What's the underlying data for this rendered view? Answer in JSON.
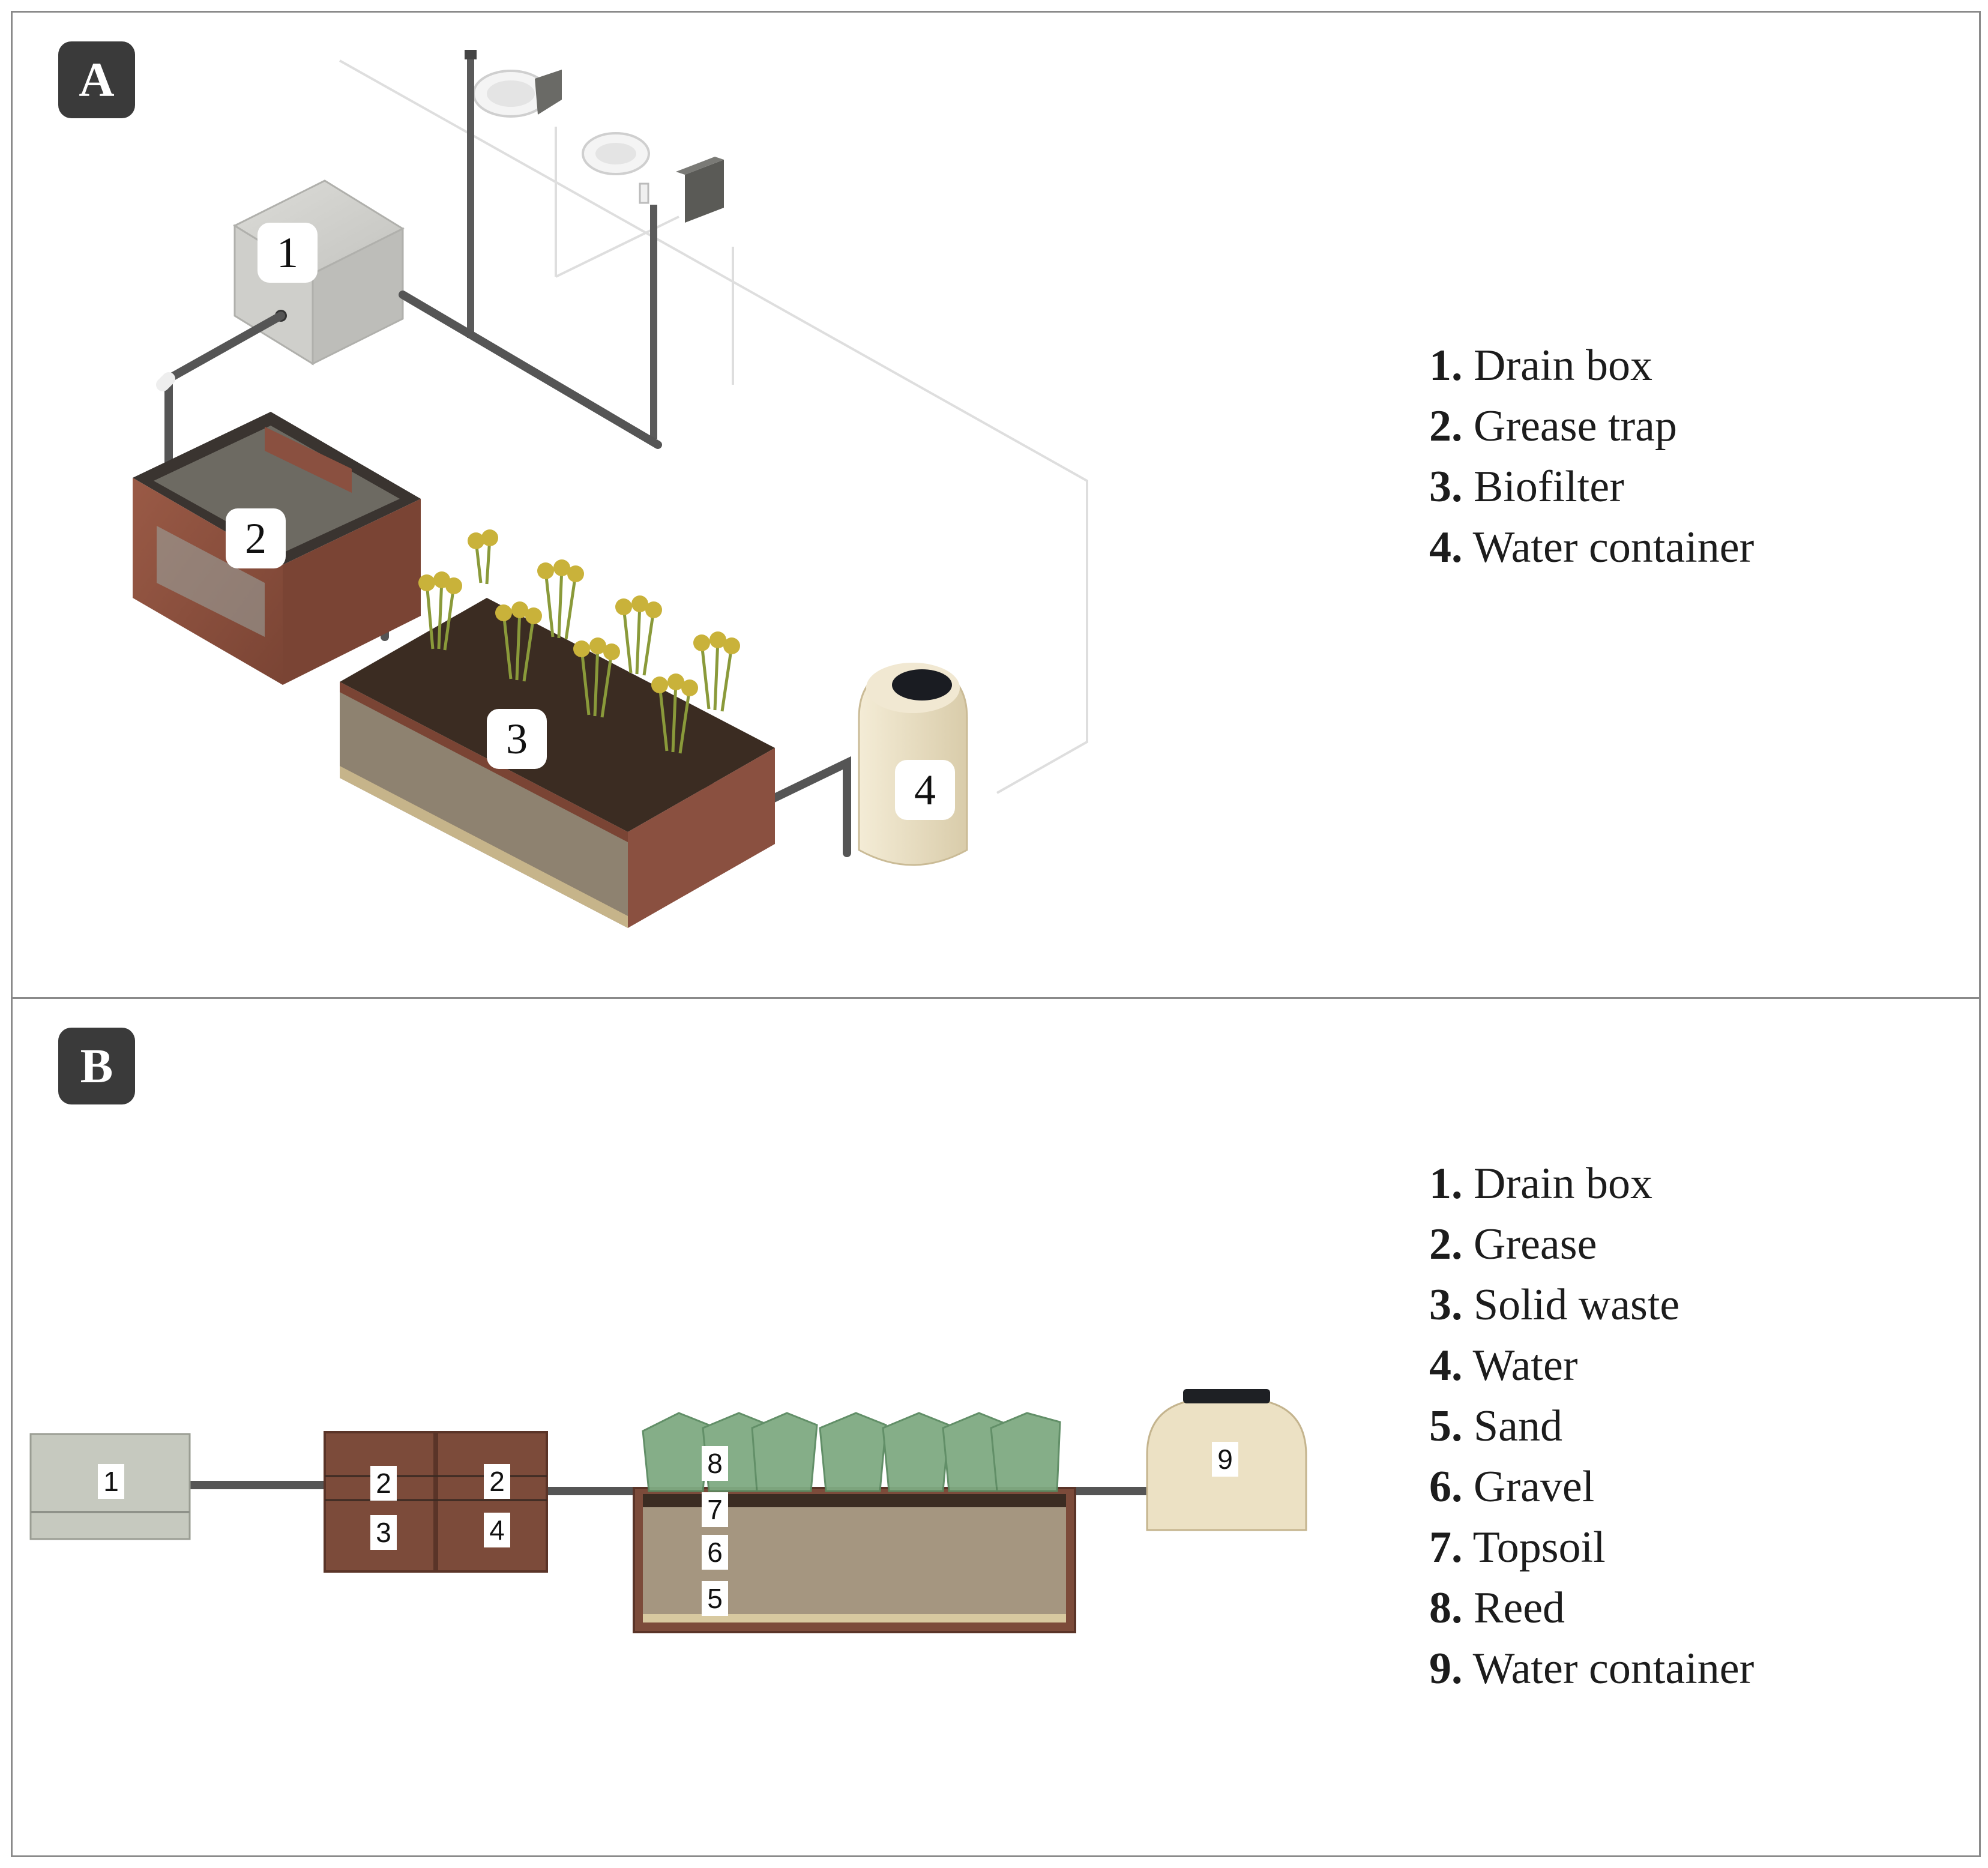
{
  "panel_a": {
    "letter": "A",
    "callouts": [
      "1",
      "2",
      "3",
      "4"
    ],
    "legend": [
      {
        "num": "1.",
        "text": "Drain box"
      },
      {
        "num": "2.",
        "text": "Grease trap"
      },
      {
        "num": "3.",
        "text": "Biofilter"
      },
      {
        "num": "4.",
        "text": "Water container"
      }
    ]
  },
  "panel_b": {
    "letter": "B",
    "callouts": [
      "1",
      "2",
      "3",
      "2",
      "4",
      "8",
      "7",
      "6",
      "5",
      "9"
    ],
    "legend": [
      {
        "num": "1.",
        "text": "Drain box"
      },
      {
        "num": "2.",
        "text": "Grease"
      },
      {
        "num": "3.",
        "text": "Solid waste"
      },
      {
        "num": "4.",
        "text": "Water"
      },
      {
        "num": "5.",
        "text": "Sand"
      },
      {
        "num": "6.",
        "text": "Gravel"
      },
      {
        "num": "7.",
        "text": "Topsoil"
      },
      {
        "num": "8.",
        "text": "Reed"
      },
      {
        "num": "9.",
        "text": "Water container"
      }
    ]
  },
  "colors": {
    "brick": "#8a5040",
    "concrete": "#c8c8c4",
    "gravel": "#9c8e78",
    "tank": "#ede3c8",
    "reed": "#7faa82",
    "pipe": "#555555",
    "label_box": "#3a3a3a"
  }
}
